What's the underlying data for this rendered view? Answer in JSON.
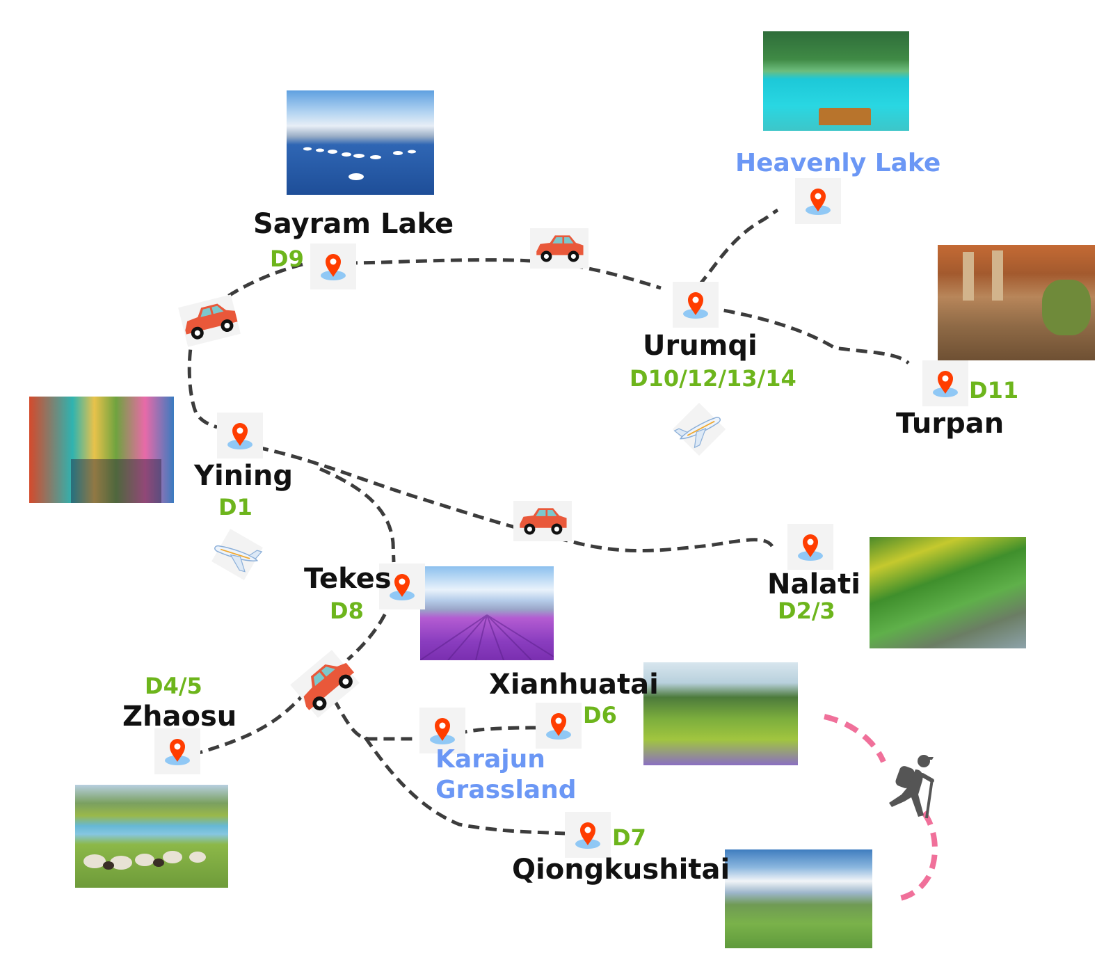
{
  "map": {
    "colors": {
      "route": "#3c3c3c",
      "trek": "#f0709a",
      "day_label": "#6db51c",
      "highlight_name": "#6b97f5",
      "pin": "#ff3d00",
      "pin_base": "#90c8f5",
      "place_name": "#111111"
    },
    "places": [
      {
        "id": "sayram",
        "name": "Sayram Lake",
        "day": "D9",
        "style": "black"
      },
      {
        "id": "heavenly",
        "name": "Heavenly Lake",
        "day": "",
        "style": "blue"
      },
      {
        "id": "urumqi",
        "name": "Urumqi",
        "day": "D10/12/13/14",
        "style": "black"
      },
      {
        "id": "turpan",
        "name": "Turpan",
        "day": "D11",
        "style": "black"
      },
      {
        "id": "yining",
        "name": "Yining",
        "day": "D1",
        "style": "black"
      },
      {
        "id": "tekes",
        "name": "Tekes",
        "day": "D8",
        "style": "black"
      },
      {
        "id": "nalati",
        "name": "Nalati",
        "day": "D2/3",
        "style": "black"
      },
      {
        "id": "zhaosu",
        "name": "Zhaosu",
        "day": "D4/5",
        "style": "black"
      },
      {
        "id": "xianhuatai",
        "name": "Xianhuatai",
        "day": "D6",
        "style": "black"
      },
      {
        "id": "karajun",
        "name_line1": "Karajun",
        "name_line2": "Grassland",
        "day": "",
        "style": "blue"
      },
      {
        "id": "qiongkushitai",
        "name": "Qiongkushitai",
        "day": "D7",
        "style": "black"
      }
    ],
    "icons": {
      "pin": "map-pin-icon",
      "car": "car-icon",
      "plane": "airplane-icon",
      "hiker": "hiker-icon"
    },
    "photos": [
      {
        "id": "sayram",
        "subject": "lake with swans"
      },
      {
        "id": "heavenly",
        "subject": "turquoise mountain lake with pavilion"
      },
      {
        "id": "turpan",
        "subject": "mud-brick village with minaret"
      },
      {
        "id": "yining",
        "subject": "colorful street with vines"
      },
      {
        "id": "tekes",
        "subject": "lavender field and snowy mountain"
      },
      {
        "id": "nalati",
        "subject": "green grassland hills and river"
      },
      {
        "id": "xianhuatai",
        "subject": "grassland with purple flowers"
      },
      {
        "id": "zhaosu",
        "subject": "sheep grazing by river"
      },
      {
        "id": "qiongkushitai",
        "subject": "alpine meadow and snowy peaks"
      }
    ]
  }
}
